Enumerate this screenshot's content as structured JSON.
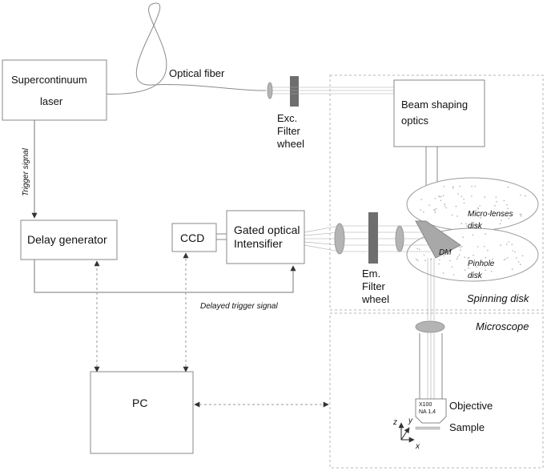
{
  "labels": {
    "laser_line1": "Supercontinuum",
    "laser_line2": "laser",
    "optical_fiber": "Optical fiber",
    "exc_filter_line1": "Exc.",
    "exc_filter_line2": "Filter",
    "exc_filter_line3": "wheel",
    "beam_shaping_line1": "Beam shaping",
    "beam_shaping_line2": "optics",
    "trigger_signal": "Trigger signal",
    "delay_generator": "Delay generator",
    "ccd": "CCD",
    "gated_line1": "Gated optical",
    "gated_line2": "Intensifier",
    "microlens_line1": "Micro-lenses",
    "microlens_line2": "disk",
    "dm": "DM",
    "pinhole_line1": "Pinhole",
    "pinhole_line2": "disk",
    "em_filter_line1": "Em.",
    "em_filter_line2": "Filter",
    "em_filter_line3": "wheel",
    "spinning_disk": "Spinning disk",
    "delayed_trigger": "Delayed trigger signal",
    "microscope": "Microscope",
    "pc": "PC",
    "objective_spec_line1": "X100",
    "objective_spec_line2": "NA 1,4",
    "objective": "Objective",
    "sample": "Sample",
    "axis_z": "z",
    "axis_y": "y",
    "axis_x": "x"
  },
  "colors": {
    "line": "#8a8a8a",
    "filter_wheel": "#6e6e6e",
    "lens": "#b4b4b4",
    "dichroic_mirror": "#a8a8a8"
  }
}
